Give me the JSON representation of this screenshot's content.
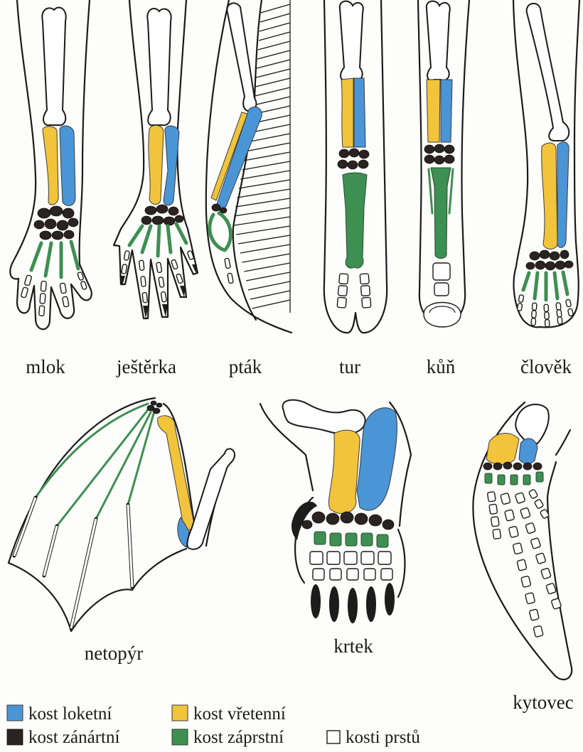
{
  "animals": [
    {
      "id": "mlok",
      "label": "mlok"
    },
    {
      "id": "jesterka",
      "label": "ještěrka"
    },
    {
      "id": "ptak",
      "label": "pták"
    },
    {
      "id": "tur",
      "label": "tur"
    },
    {
      "id": "kun",
      "label": "kůň"
    },
    {
      "id": "clovek",
      "label": "člověk"
    },
    {
      "id": "netopyr",
      "label": "netopýr"
    },
    {
      "id": "krtek",
      "label": "krtek"
    },
    {
      "id": "kytovec",
      "label": "kytovec"
    }
  ],
  "legend": {
    "ulna": {
      "label": "kost loketní",
      "color": "#4a95d6"
    },
    "radius": {
      "label": "kost vřetenní",
      "color": "#f2c43c"
    },
    "carpal": {
      "label": "kost zánártní",
      "color": "#2b2222"
    },
    "metacarpal": {
      "label": "kost záprstní",
      "color": "#3e8f52"
    },
    "phalanx": {
      "label": "kosti prstů",
      "color": "#ffffff"
    }
  }
}
